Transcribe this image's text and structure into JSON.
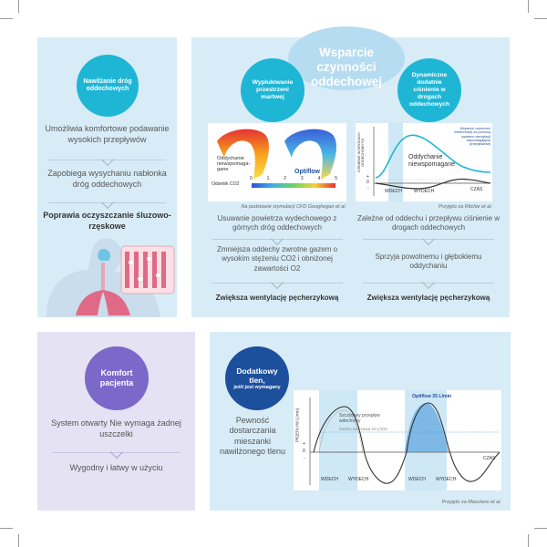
{
  "panel1": {
    "heading": "Nawilżanie dróg oddechowych",
    "text1": "Umożliwia komfortowe podawanie wysokich przepływów",
    "text2": "Zapobiega wysychaniu nabłonka dróg oddechowych",
    "text3": "Poprawia oczyszczanie śluzowo-rzęskowe"
  },
  "panel2": {
    "title": "Wsparcie czynności oddechowej",
    "left_heading": "Wypłukiwanie przestrzeni martwej",
    "right_heading": "Dynamiczne dodatnie ciśnienie w drogach oddechowych",
    "cfd": {
      "label_unassisted": "Oddychanie niewspomaga- gane",
      "label_optiflow": "Optiflow",
      "scale_label": "Odsetek CO2",
      "scale_ticks": [
        "0",
        "1",
        "2",
        "3",
        "4",
        "5"
      ],
      "caption": "Na podstawie stymulacji CFD Geoghegan et al."
    },
    "pressure_chart": {
      "ylabel": "CIŚNIENIE W DROGACH ODDECHOWYCH",
      "plus": "+",
      "zero": "0",
      "minus": "-",
      "annotation_optiflow": "Wsparcie czynności oddechowej za pomocą systemu wentylacji wspomagającej przepływowej",
      "annotation_unassisted": "Oddychanie niewspomagane",
      "label_inhale": "WDECH",
      "label_exhale": "WYDECH",
      "label_time": "CZAS",
      "caption": "Przyjęto za Ritchie et al."
    },
    "left_text1": "Usuwanie powietrza wydechowego z górnych dróg oddechowych",
    "left_text2": "Zmniejsza oddechy zwrotne gazem o wysokim stężeniu CO2 i obniżonej zawartości O2",
    "left_text3": "Zwiększa wentylację pęcherzykową",
    "right_text1": "Zależne od oddechu i przepływu ciśnienie w drogach oddechowych",
    "right_text2": "Sprzyja powolnemu i głębokiemu oddychaniu",
    "right_text3": "Zwiększa wentylację pęcherzykową"
  },
  "panel3": {
    "heading": "Komfort pacjenta",
    "text1": "System otwarty Nie wymaga żadnej uszczelki",
    "text2": "Wygodny i łatwy w użyciu"
  },
  "panel4": {
    "heading_main": "Dodatkowy tlen,",
    "heading_sub": "jeśli jest wymagany",
    "text": "Pewność dostarczania mieszanki nawilżonego tlenu",
    "chart": {
      "ylabel": "PRZEPŁYW (L/min)",
      "plus": "+",
      "zero": "0",
      "minus": "-",
      "annotation_peak": "Szczytowy przepływ wdechowy",
      "annotation_mask": "Maska twarzowa 10 L/min",
      "annotation_optiflow": "Optiflow 35 L/min",
      "label_inhale1": "WDECH",
      "label_exhale1": "WYDECH",
      "label_inhale2": "WDECH",
      "label_exhale2": "WYDECH",
      "label_time": "CZAS"
    },
    "caption": "Przyjęto za Masclans et al."
  },
  "colors": {
    "panel_blue": "#d8ecf7",
    "panel_purple": "#e4e2f3",
    "cyan": "#1fb6d6",
    "navy": "#1c4f9c",
    "purple": "#7b68c8"
  }
}
